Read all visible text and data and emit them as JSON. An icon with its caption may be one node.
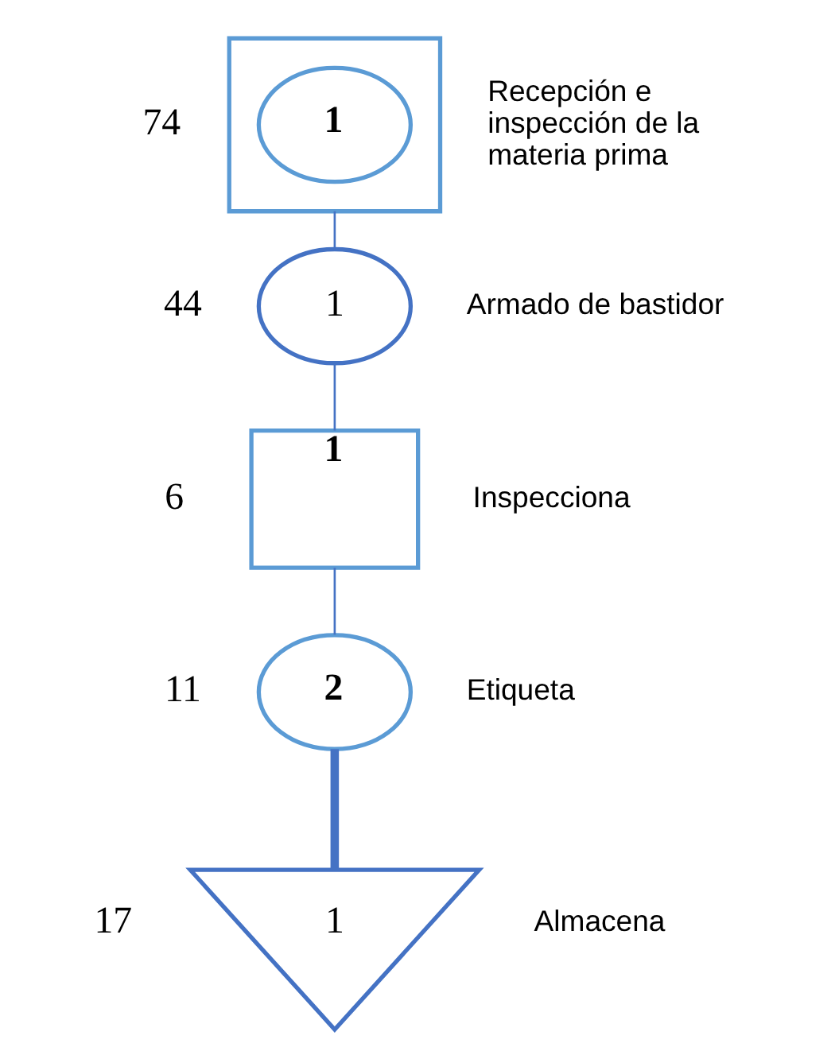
{
  "diagram": {
    "nodes": [
      {
        "text": [],
        "shape": "box",
        "beside": [
          "74",
          "Recepción e inspección de la materia prima"
        ]
      },
      {
        "text": [
          "1"
        ],
        "in": 0
      },
      {
        "text": [
          "1"
        ],
        "beside": [
          "44",
          "Armado de bastidor"
        ]
      },
      {
        "text": [
          "1"
        ],
        "beside": [
          "6",
          "Inspecciona"
        ]
      },
      {
        "text": [
          "2"
        ],
        "beside": [
          "11",
          "Etiqueta"
        ]
      },
      {
        "text": [
          "1"
        ],
        "beside": [
          "17",
          "Almacena"
        ]
      }
    ],
    "edges": [
      {
        "from": 0,
        "to": 2,
        "arrow": "none"
      },
      {
        "from": 2,
        "to": 3,
        "arrow": "none"
      },
      {
        "from": 3,
        "to": 4,
        "arrow": "none"
      },
      {
        "from": 4,
        "to": 5,
        "arrow": "none",
        "style": "thick"
      }
    ]
  }
}
